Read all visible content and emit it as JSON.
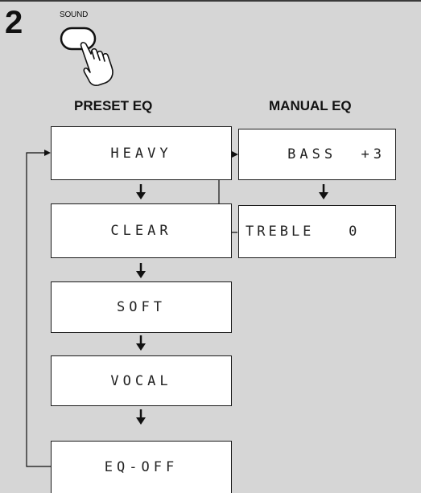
{
  "step": {
    "number": "2"
  },
  "button": {
    "label": "SOUND"
  },
  "preset_eq": {
    "heading": "PRESET EQ",
    "displays": [
      "HEAVY",
      "CLEAR",
      "SOFT",
      "VOCAL",
      "EQ-OFF"
    ]
  },
  "manual_eq": {
    "heading": "MANUAL EQ",
    "displays": [
      "BASS  +3",
      "TREBLE   0"
    ]
  },
  "colors": {
    "background": "#d6d6d6",
    "line": "#1a1a1a",
    "display_fill": "#ffffff"
  }
}
